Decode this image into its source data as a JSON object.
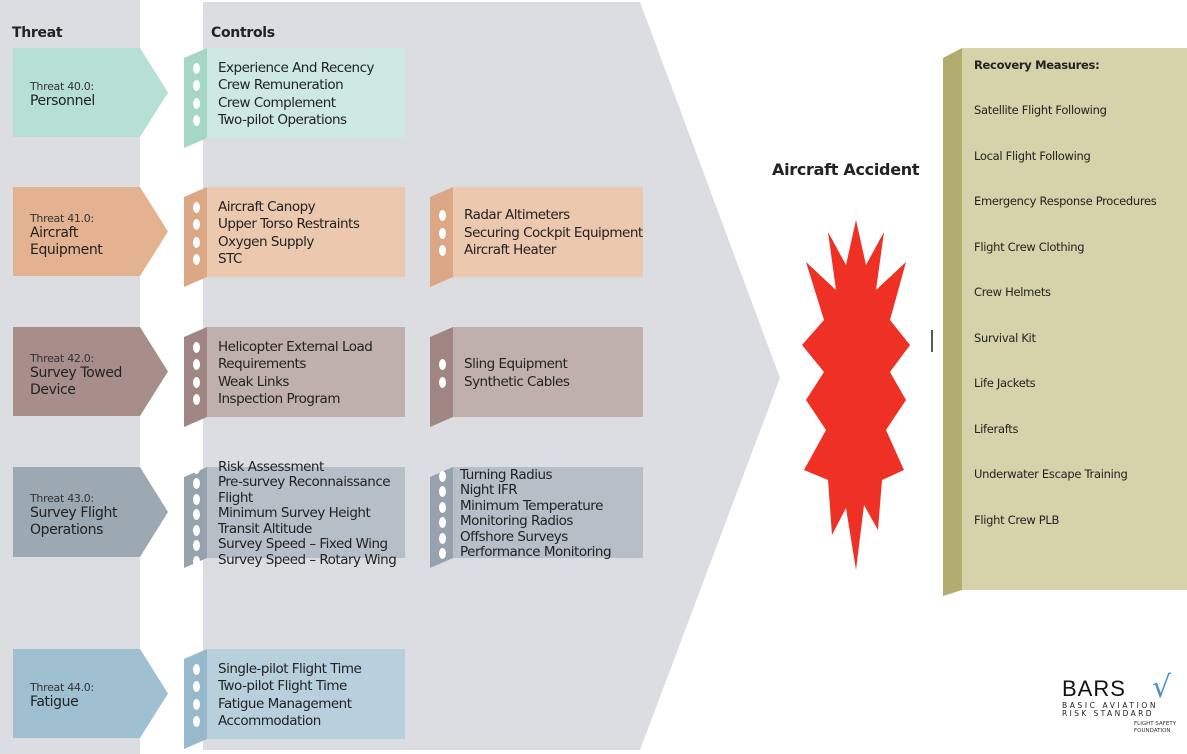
{
  "headers": {
    "threat": "Threat",
    "controls": "Controls"
  },
  "threats": [
    {
      "label": "Threat 40.0:",
      "name": "Personnel",
      "controls": [
        "Experience And Recency",
        "Crew Remuneration",
        "Crew Complement",
        "Two-pilot Operations"
      ],
      "controls2": [],
      "color": "#b5e0d3",
      "light": "#cde9e1",
      "tab": "#a6d6c6"
    },
    {
      "label": "Threat 41.0:",
      "name": "Aircraft Equipment",
      "controls": [
        "Aircraft Canopy",
        "Upper Torso Restraints",
        "Oxygen Supply",
        "STC"
      ],
      "controls2": [
        "Radar Altimeters",
        "Securing Cockpit Equipment",
        "Aircraft Heater"
      ],
      "color": "#e3b291",
      "light": "#ecc8ae",
      "tab": "#dca784"
    },
    {
      "label": "Threat 42.0:",
      "name": "Survey Towed Device",
      "controls": [
        "Helicopter External Load",
        "Requirements",
        "Weak Links",
        "Inspection Program"
      ],
      "controls2": [
        "Sling Equipment",
        "Synthetic Cables"
      ],
      "color": "#a78e8a",
      "light": "#bfb0ad",
      "tab": "#a08683"
    },
    {
      "label": "Threat 43.0:",
      "name": "Survey Flight Operations",
      "controls": [
        "Risk Assessment",
        "Pre-survey Reconnaissance",
        "Flight",
        "Minimum Survey Height",
        "Transit Altitude",
        "Survey Speed – Fixed Wing",
        "Survey Speed – Rotary Wing"
      ],
      "controls2": [
        "Turning Radius",
        "Night IFR",
        "Minimum Temperature",
        "Monitoring Radios",
        "Offshore Surveys",
        "Performance Monitoring"
      ],
      "color": "#9ca8b2",
      "light": "#b6bfc8",
      "tab": "#96a2ad"
    },
    {
      "label": "Threat 44.0:",
      "name": "Fatigue",
      "controls": [
        "Single-pilot Flight Time",
        "Two-pilot Flight Time",
        "Fatigue Management",
        "Accommodation"
      ],
      "controls2": [],
      "color": "#9fc0d1",
      "light": "#b8d0dd",
      "tab": "#97b9cb"
    }
  ],
  "event": {
    "title": "Aircraft Accident",
    "color": "#ee3124"
  },
  "recovery": {
    "title": "Recovery Measures:",
    "items": [
      "Satellite Flight Following",
      "Local Flight Following",
      "Emergency Response Procedures",
      "Flight Crew Clothing",
      "Crew Helmets",
      "Survival Kit",
      "Life Jackets",
      "Liferafts",
      "Underwater Escape Training",
      "Flight Crew PLB"
    ]
  },
  "logo": {
    "name": "BARS",
    "subtitle1": "BASIC AVIATION",
    "subtitle2": "RISK STANDARD",
    "org": "FLIGHT SAFETY FOUNDATION"
  }
}
